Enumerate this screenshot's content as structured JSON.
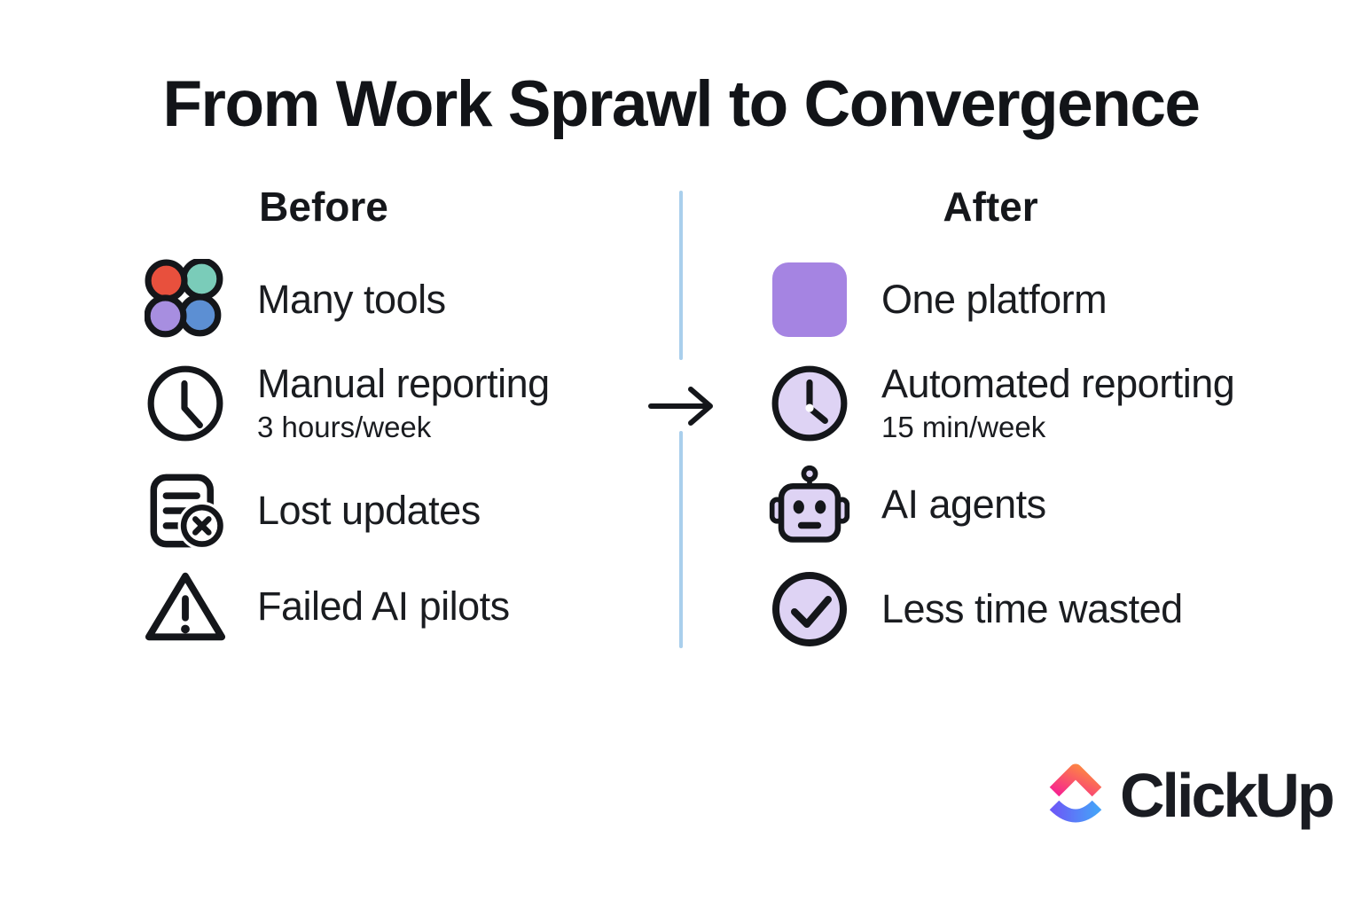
{
  "title": "From Work Sprawl to Convergence",
  "columns": {
    "before": {
      "header": "Before",
      "items": [
        {
          "icon": "many-tools-icon",
          "label": "Many tools",
          "sub": ""
        },
        {
          "icon": "clock-outline-icon",
          "label": "Manual reporting",
          "sub": "3 hours/week"
        },
        {
          "icon": "document-x-icon",
          "label": "Lost updates",
          "sub": ""
        },
        {
          "icon": "warning-triangle-icon",
          "label": "Failed AI pilots",
          "sub": ""
        }
      ]
    },
    "after": {
      "header": "After",
      "items": [
        {
          "icon": "purple-square-icon",
          "label": "One platform",
          "sub": ""
        },
        {
          "icon": "clock-filled-icon",
          "label": "Automated reporting",
          "sub": "15 min/week"
        },
        {
          "icon": "robot-icon",
          "label": "AI agents",
          "sub": ""
        },
        {
          "icon": "check-circle-icon",
          "label": "Less time wasted",
          "sub": ""
        }
      ]
    }
  },
  "divider": {
    "arrow_icon": "right-arrow-icon"
  },
  "logo": {
    "wordmark": "ClickUp",
    "mark_icon": "clickup-mark-icon"
  },
  "colors": {
    "background": "#ffffff",
    "text": "#15171b",
    "divider_blue": "#a9cfec",
    "tool_red": "#e8503d",
    "tool_teal": "#7accb9",
    "tool_purple": "#a78ee0",
    "tool_blue": "#5c8fd3",
    "platform_purple": "#a584e2",
    "lavender_fill": "#ded3f4",
    "logo_pink": "#f7258e",
    "logo_orange": "#fd8e3d",
    "logo_indigo": "#6b5bf7",
    "logo_blue": "#46a1f8"
  }
}
